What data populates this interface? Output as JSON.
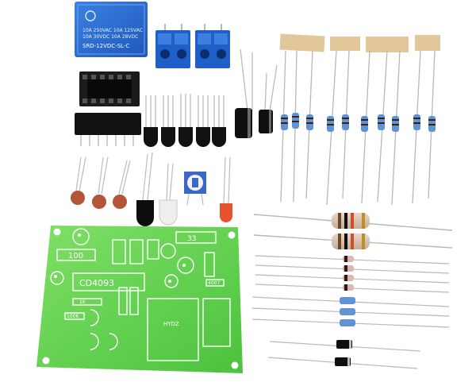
{
  "relay": {
    "line1": "10A 250VAC   10A 125VAC",
    "line2": "10A 30VDC    10A 28VDC",
    "model": "SRD-12VDC-SL-C"
  },
  "pcb": {
    "ic_label": "CD4093",
    "r100_label": "100",
    "label_33": "33",
    "label_hydz": "HYDZ",
    "label_1k": "1K",
    "label_100k": "100K",
    "label_4007": "4007"
  },
  "colors": {
    "pcb_green": "#5fcf4f",
    "relay_blue": "#2f6fd0",
    "terminal_blue": "#1f5fc8",
    "tape": "#e2c79a",
    "resistor_body": "#5f93d6"
  }
}
